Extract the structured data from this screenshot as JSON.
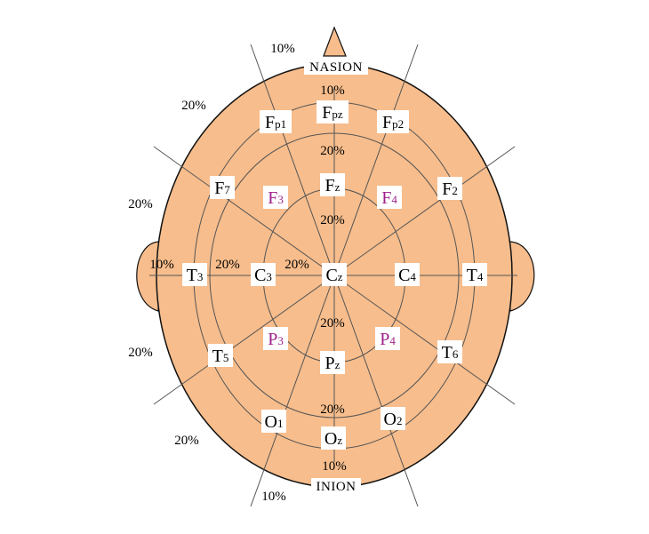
{
  "landmarks": {
    "nasion": "NASION",
    "inion": "INION"
  },
  "colors": {
    "head": "#f7bd8c",
    "outline": "#111111",
    "highlight": "#a0208a",
    "text": "#000000",
    "label_bg": "#ffffff"
  },
  "electrodes": [
    {
      "id": "fp1",
      "letter": "F",
      "sub": "p1",
      "highlight": false
    },
    {
      "id": "fpz",
      "letter": "F",
      "sub": "pz",
      "highlight": false
    },
    {
      "id": "fp2",
      "letter": "F",
      "sub": "p2",
      "highlight": false
    },
    {
      "id": "f7",
      "letter": "F",
      "sub": "7",
      "highlight": false
    },
    {
      "id": "f3",
      "letter": "F",
      "sub": "3",
      "highlight": true
    },
    {
      "id": "fz",
      "letter": "F",
      "sub": "z",
      "highlight": false
    },
    {
      "id": "f4",
      "letter": "F",
      "sub": "4",
      "highlight": true
    },
    {
      "id": "f8",
      "letter": "F",
      "sub": "2",
      "highlight": false
    },
    {
      "id": "t3",
      "letter": "T",
      "sub": "3",
      "highlight": false
    },
    {
      "id": "c3",
      "letter": "C",
      "sub": "3",
      "highlight": false
    },
    {
      "id": "cz",
      "letter": "C",
      "sub": "z",
      "highlight": false
    },
    {
      "id": "c4",
      "letter": "C",
      "sub": "4",
      "highlight": false
    },
    {
      "id": "t4",
      "letter": "T",
      "sub": "4",
      "highlight": false
    },
    {
      "id": "t5",
      "letter": "T",
      "sub": "5",
      "highlight": false
    },
    {
      "id": "p3",
      "letter": "P",
      "sub": "3",
      "highlight": true
    },
    {
      "id": "pz",
      "letter": "P",
      "sub": "z",
      "highlight": false
    },
    {
      "id": "p4",
      "letter": "P",
      "sub": "4",
      "highlight": true
    },
    {
      "id": "t6",
      "letter": "T",
      "sub": "6",
      "highlight": false
    },
    {
      "id": "o1",
      "letter": "O",
      "sub": "1",
      "highlight": false
    },
    {
      "id": "oz",
      "letter": "O",
      "sub": "z",
      "highlight": false
    },
    {
      "id": "o2",
      "letter": "O",
      "sub": "2",
      "highlight": false
    }
  ],
  "percent_labels": [
    {
      "id": "top-left-10",
      "text": "10%"
    },
    {
      "id": "top-nasion-10",
      "text": "10%"
    },
    {
      "id": "upper-left-20",
      "text": "20%"
    },
    {
      "id": "mid-fz-20",
      "text": "20%"
    },
    {
      "id": "left-20",
      "text": "20%"
    },
    {
      "id": "mid-fzcz-20",
      "text": "20%"
    },
    {
      "id": "left-ear-10",
      "text": "10%"
    },
    {
      "id": "t3c3-20",
      "text": "20%"
    },
    {
      "id": "c3cz-20",
      "text": "20%"
    },
    {
      "id": "mid-czpz-20",
      "text": "20%"
    },
    {
      "id": "lower-left-20",
      "text": "20%"
    },
    {
      "id": "mid-pzoz-20",
      "text": "20%"
    },
    {
      "id": "bottom-left-20",
      "text": "20%"
    },
    {
      "id": "bottom-inion-10",
      "text": "10%"
    },
    {
      "id": "bottom-left-10",
      "text": "10%"
    }
  ]
}
